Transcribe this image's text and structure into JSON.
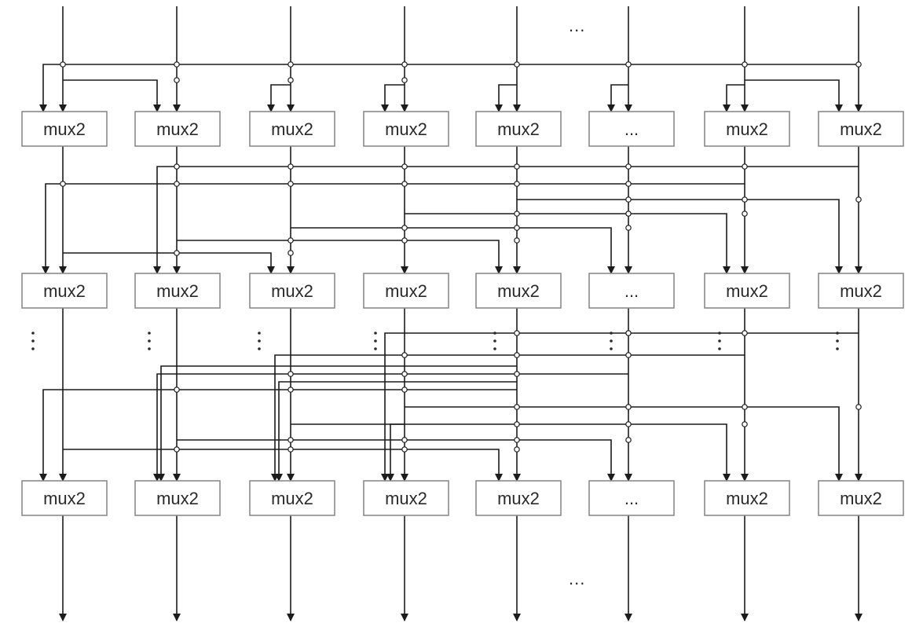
{
  "diagram": {
    "columns": 8,
    "rows": [
      {
        "row": 1,
        "blocks": [
          "mux2",
          "mux2",
          "mux2",
          "mux2",
          "mux2",
          "...",
          "mux2",
          "mux2"
        ]
      },
      {
        "row": 2,
        "blocks": [
          "mux2",
          "mux2",
          "mux2",
          "mux2",
          "mux2",
          "...",
          "mux2",
          "mux2"
        ]
      },
      {
        "row": 3,
        "blocks": [
          "mux2",
          "mux2",
          "mux2",
          "mux2",
          "mux2",
          "...",
          "mux2",
          "mux2"
        ]
      }
    ],
    "top_ellipsis": "...",
    "bottom_ellipsis": "..."
  }
}
